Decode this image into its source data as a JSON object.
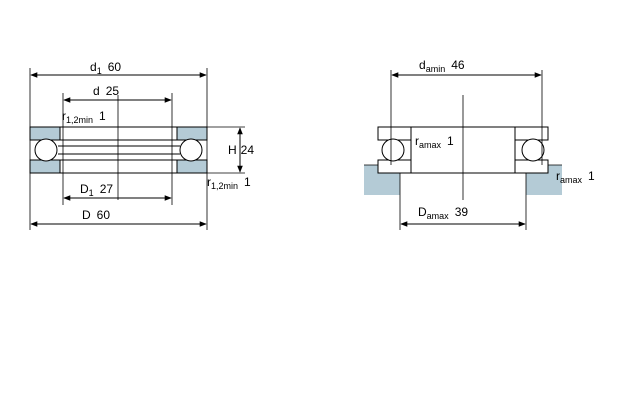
{
  "colors": {
    "housing": "#b4cbd6",
    "ring_outline": "#000000",
    "ball_fill": "#ffffff",
    "line": "#000000",
    "dimension_line": "#000000"
  },
  "left_view": {
    "d1": {
      "symbol": "d",
      "sub": "1",
      "value": "60"
    },
    "d": {
      "symbol": "d",
      "value": "25"
    },
    "r_top": {
      "symbol": "r",
      "sub": "1,2min",
      "value": "1"
    },
    "H": {
      "symbol": "H",
      "value": "24"
    },
    "r_bot": {
      "symbol": "r",
      "sub": "1,2min",
      "value": "1"
    },
    "D1": {
      "symbol": "D",
      "sub": "1",
      "value": "27"
    },
    "D": {
      "symbol": "D",
      "value": "60"
    }
  },
  "right_view": {
    "da": {
      "symbol": "d",
      "sub": "amin",
      "value": "46"
    },
    "ra_in": {
      "symbol": "r",
      "sub": "amax",
      "value": "1"
    },
    "ra_out": {
      "symbol": "r",
      "sub": "amax",
      "value": "1"
    },
    "Da": {
      "symbol": "D",
      "sub": "amax",
      "value": "39"
    }
  }
}
